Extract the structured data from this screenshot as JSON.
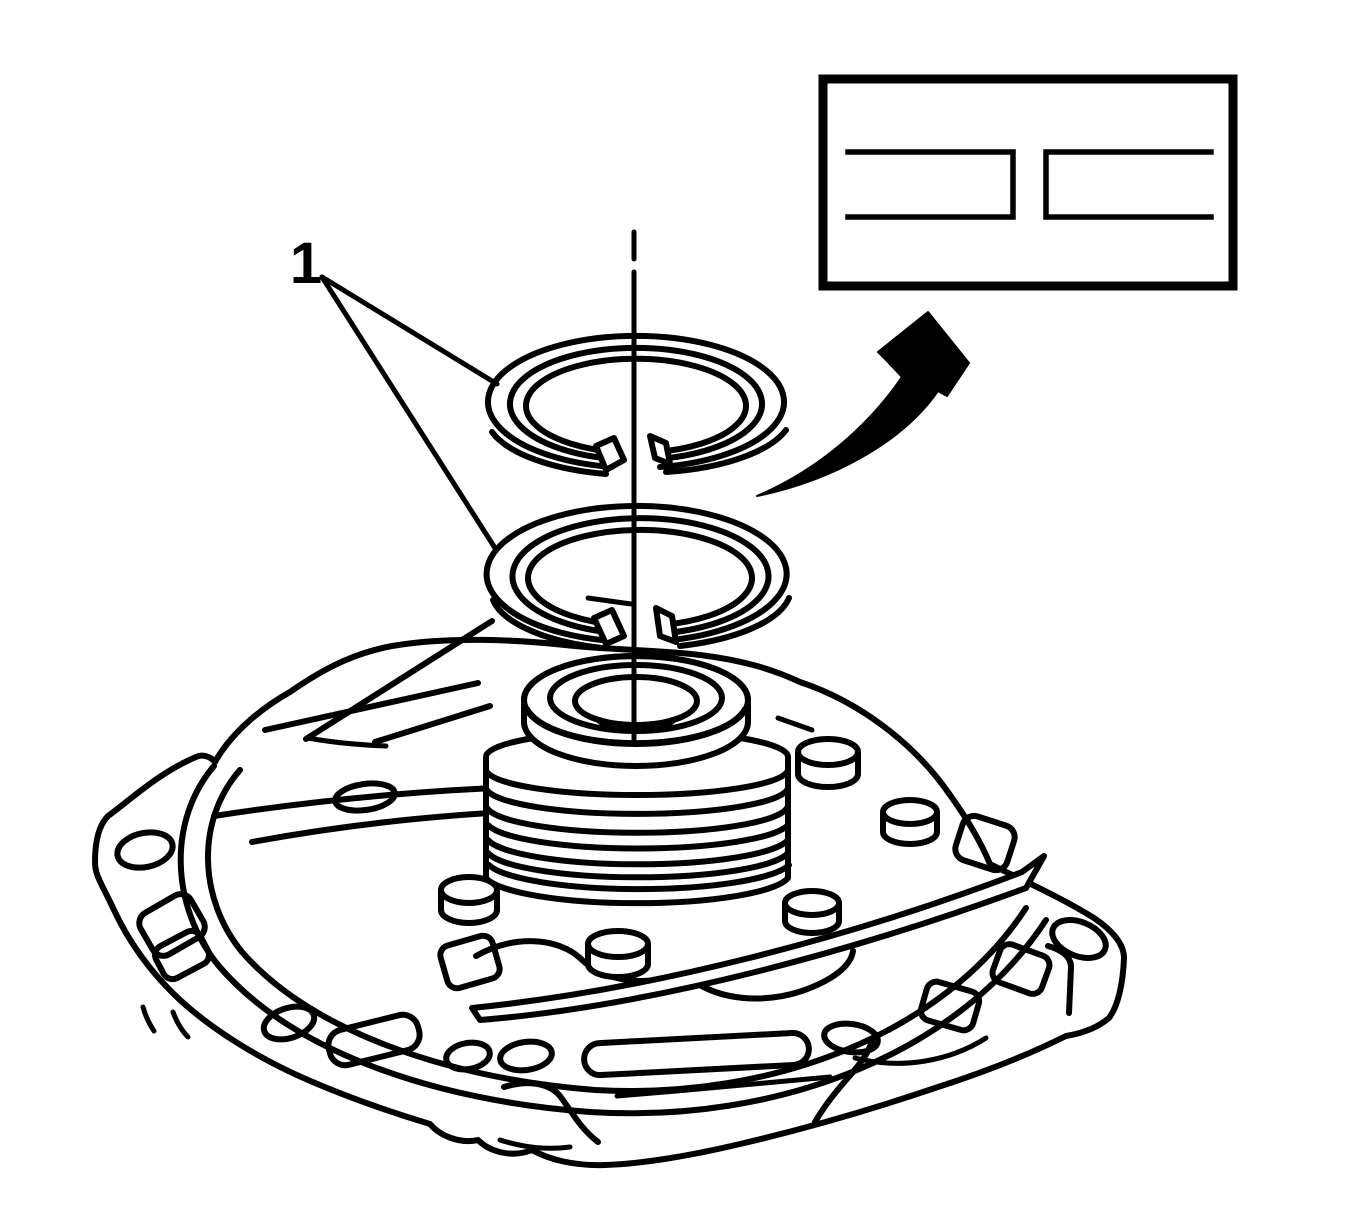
{
  "figure": {
    "background_color": "#ffffff",
    "line_color": "#000000",
    "callouts": [
      {
        "label": "1",
        "targets": [
          "seal-ring-upper",
          "seal-ring-lower"
        ]
      }
    ],
    "parts": [
      "seal-ring-upper",
      "seal-ring-lower",
      "center-axis-line",
      "pump-assembly",
      "pump-hub",
      "pump-flange",
      "detail-arrow",
      "ring-end-gap-detail-box"
    ]
  }
}
